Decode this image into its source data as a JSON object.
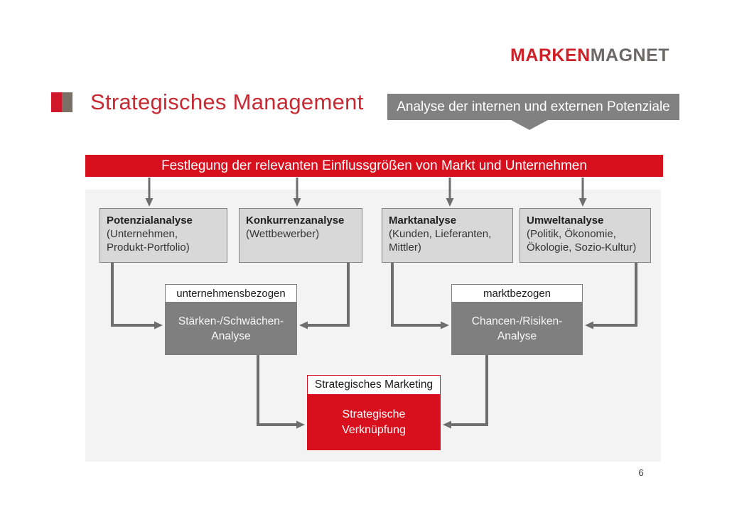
{
  "colors": {
    "accent_red": "#d8101e",
    "title_red": "#c62a33",
    "logo_red": "#ce2127",
    "logo_gray": "#6c6866",
    "dark_gray_fill": "#7f7f7f",
    "light_gray_fill": "#d8d8d8",
    "panel_background": "#f3f3f3",
    "connector_gray": "#6e6e6e",
    "bullet_taupe": "#7b7065"
  },
  "slide": {
    "logo": {
      "part1": "MARKEN",
      "part2": "MAGNET"
    },
    "title": "Strategisches Management",
    "header_callout": "Analyse der internen und externen Potenziale",
    "banner": "Festlegung der relevanten Einflussgrößen von Markt und Unternehmen",
    "analysis_boxes": [
      {
        "title": "Potenzialanalyse",
        "detail": "(Unternehmen,\nProdukt-Portfolio)"
      },
      {
        "title": "Konkurrenzanalyse",
        "detail": "(Wettbewerber)"
      },
      {
        "title": "Marktanalyse",
        "detail": "(Kunden, Lieferanten,\nMittler)"
      },
      {
        "title": "Umweltanalyse",
        "detail": "(Politik, Ökonomie,\nÖkologie, Sozio-Kultur)"
      }
    ],
    "group_left": {
      "label": "unternehmensbezogen",
      "result": "Stärken-/Schwächen-\nAnalyse"
    },
    "group_right": {
      "label": "marktbezogen",
      "result": "Chancen-/Risiken-\nAnalyse"
    },
    "synthesis": {
      "label": "Strategisches Marketing",
      "result": "Strategische\nVerknüpfung"
    },
    "page_number": "6"
  }
}
